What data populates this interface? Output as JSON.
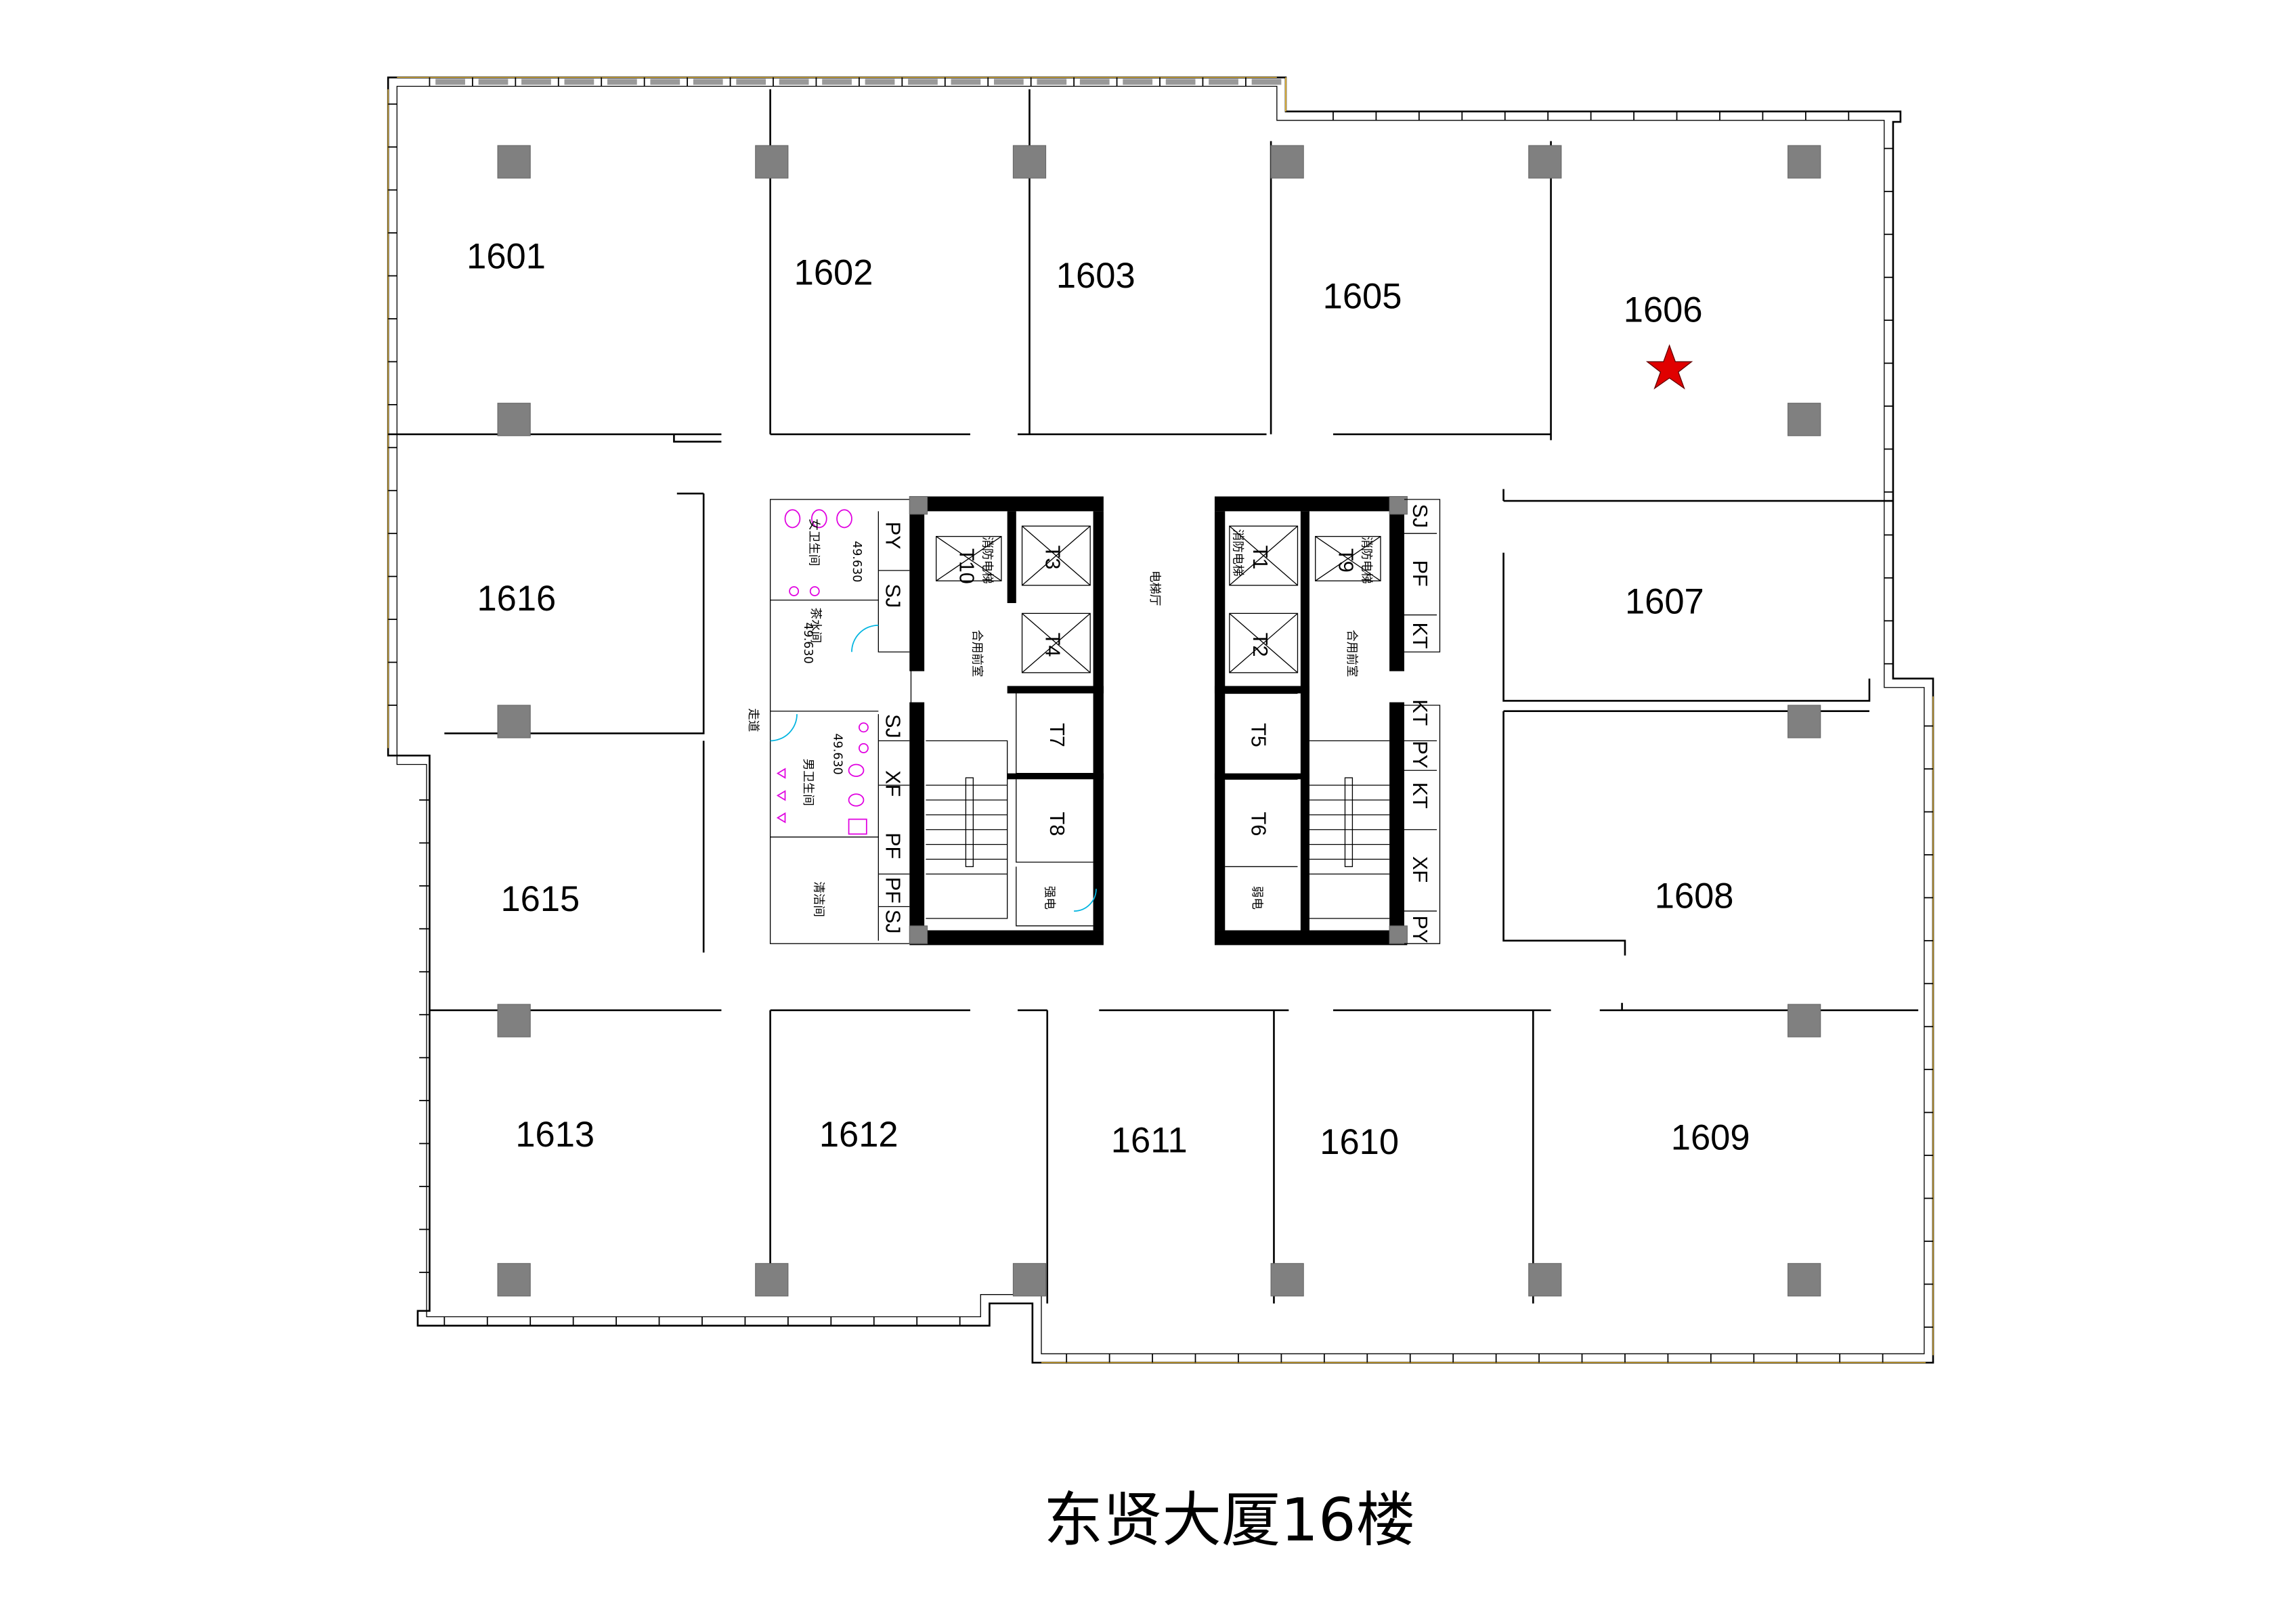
{
  "title": "东贤大厦16楼",
  "rooms": {
    "r1601": "1601",
    "r1602": "1602",
    "r1603": "1603",
    "r1605": "1605",
    "r1606": "1606",
    "r1607": "1607",
    "r1608": "1608",
    "r1609": "1609",
    "r1610": "1610",
    "r1611": "1611",
    "r1612": "1612",
    "r1613": "1613",
    "r1615": "1615",
    "r1616": "1616"
  },
  "marker": {
    "room": "1606",
    "icon": "star-icon",
    "color": "#e00000"
  },
  "core_left": {
    "elevators": [
      "T10",
      "T3",
      "T4",
      "T7",
      "T8"
    ],
    "fire_elevator": "消防电梯",
    "lobby": "合用前室",
    "electric_room": "强电",
    "mens_toilet": "男卫生间",
    "womens_toilet": "女卫生间",
    "tea_room": "茶水间",
    "cleaning_room": "清洁间",
    "corridor": "走道",
    "elevation_1": "49.630",
    "elevation_2": "49.630",
    "elevation_3": "49.630",
    "shafts": [
      "PY",
      "SJ",
      "SJ",
      "XF",
      "PF",
      "PF",
      "SJ"
    ]
  },
  "core_right": {
    "elevators": [
      "T1",
      "T9",
      "T2",
      "T5",
      "T6"
    ],
    "fire_elevator_1": "消防电梯",
    "fire_elevator_2": "消防电梯",
    "lobby": "合用前室",
    "weak_electric_room": "弱电",
    "shafts": [
      "SJ",
      "PF",
      "KT",
      "KT",
      "PY",
      "KT",
      "XF",
      "PY"
    ]
  },
  "elevator_hall": "电梯厅"
}
